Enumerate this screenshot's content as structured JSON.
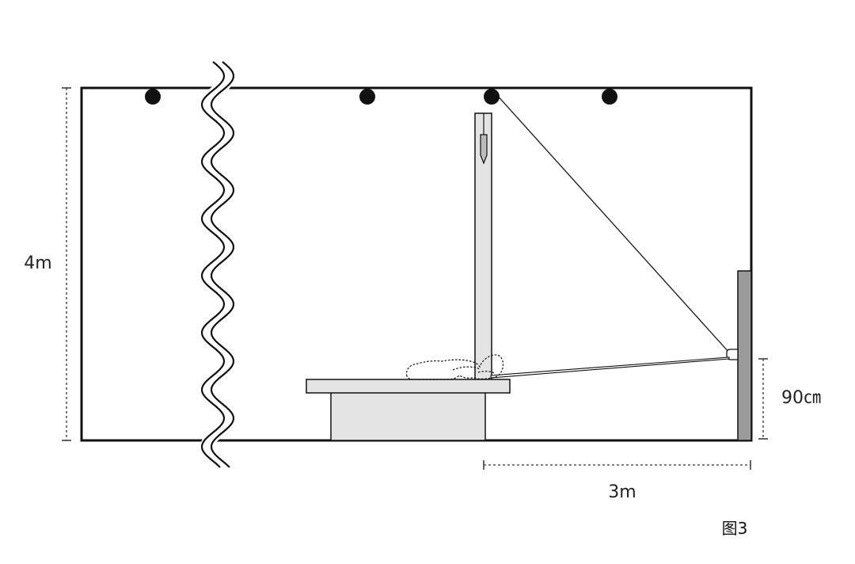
{
  "labels": {
    "height_room": "4m",
    "height_wall_panel": "90㎝",
    "width_floor": "3m",
    "figure": "图3"
  },
  "colors": {
    "stroke": "#111111",
    "panel_fill": "#e4e4e4",
    "wall_panel_fill": "#9a9a9a",
    "dim_stroke": "#333333"
  }
}
